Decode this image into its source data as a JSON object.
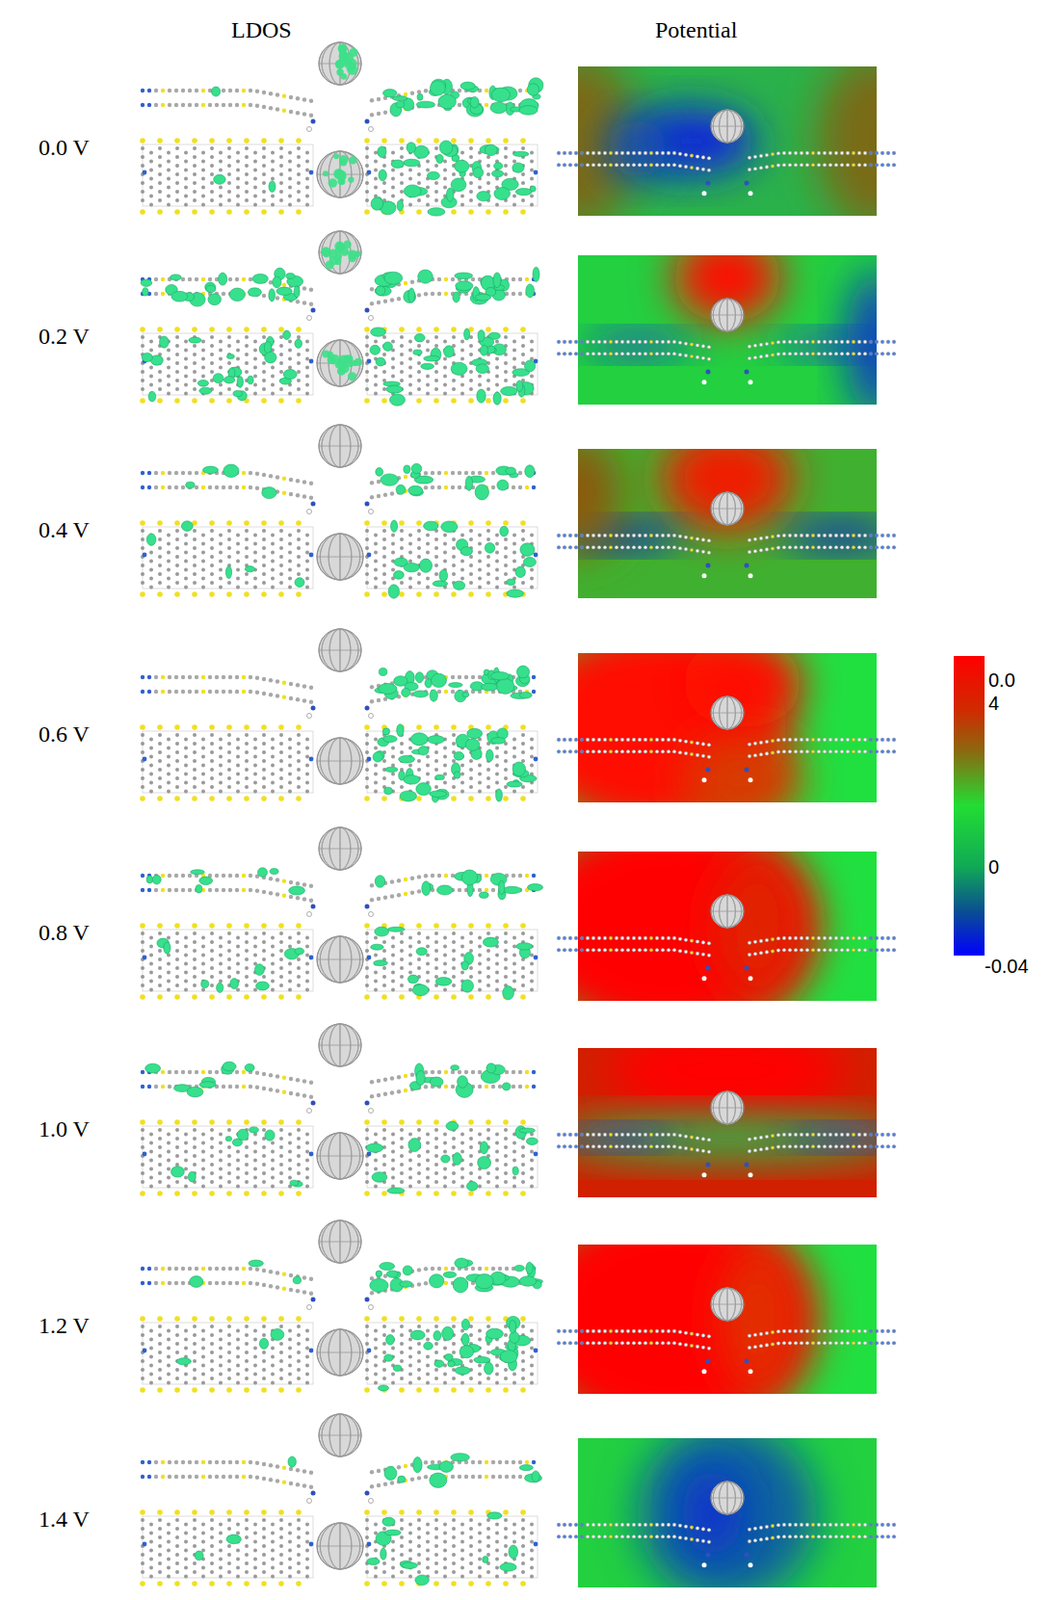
{
  "diagram": {
    "labels": [
      "LDOS",
      "Potential",
      "0.0 V",
      "0.2 V",
      "0.4 V",
      "0.6 V",
      "0.8 V",
      "1.0 V",
      "1.2 V",
      "1.4 V",
      "0.0",
      "4",
      "0",
      "-0.04"
    ]
  }
}
